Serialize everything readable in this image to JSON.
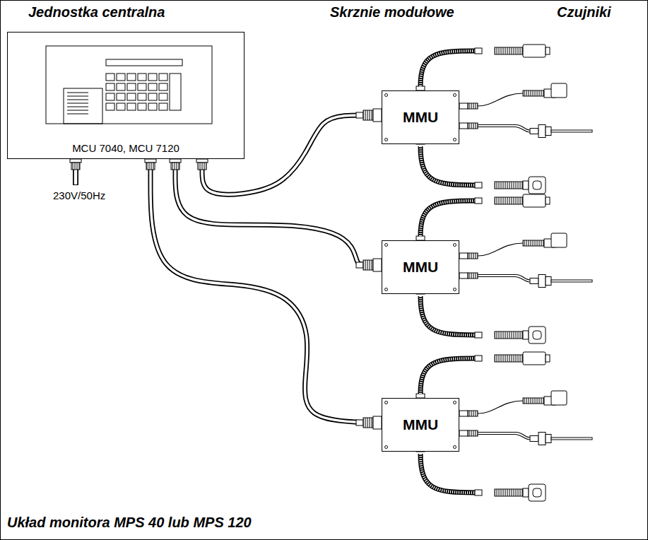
{
  "diagram": {
    "caption": "Układ monitora MPS 40 lub MPS 120",
    "nodes": [
      {
        "text": [
          "MCU 7040, MCU 7120"
        ]
      },
      {
        "text": [
          "MMU"
        ]
      },
      {
        "text": [
          "MMU"
        ]
      },
      {
        "text": [
          "MMU"
        ]
      }
    ],
    "edges": [
      {
        "from": 0,
        "to": 1,
        "arrow": "none"
      },
      {
        "from": 0,
        "to": 2,
        "arrow": "none"
      },
      {
        "from": 0,
        "to": 3,
        "arrow": "none"
      }
    ],
    "labels": [
      "Jednostka centralna",
      "Skrznie modułowe",
      "Czujniki",
      "230V/50Hz"
    ]
  }
}
